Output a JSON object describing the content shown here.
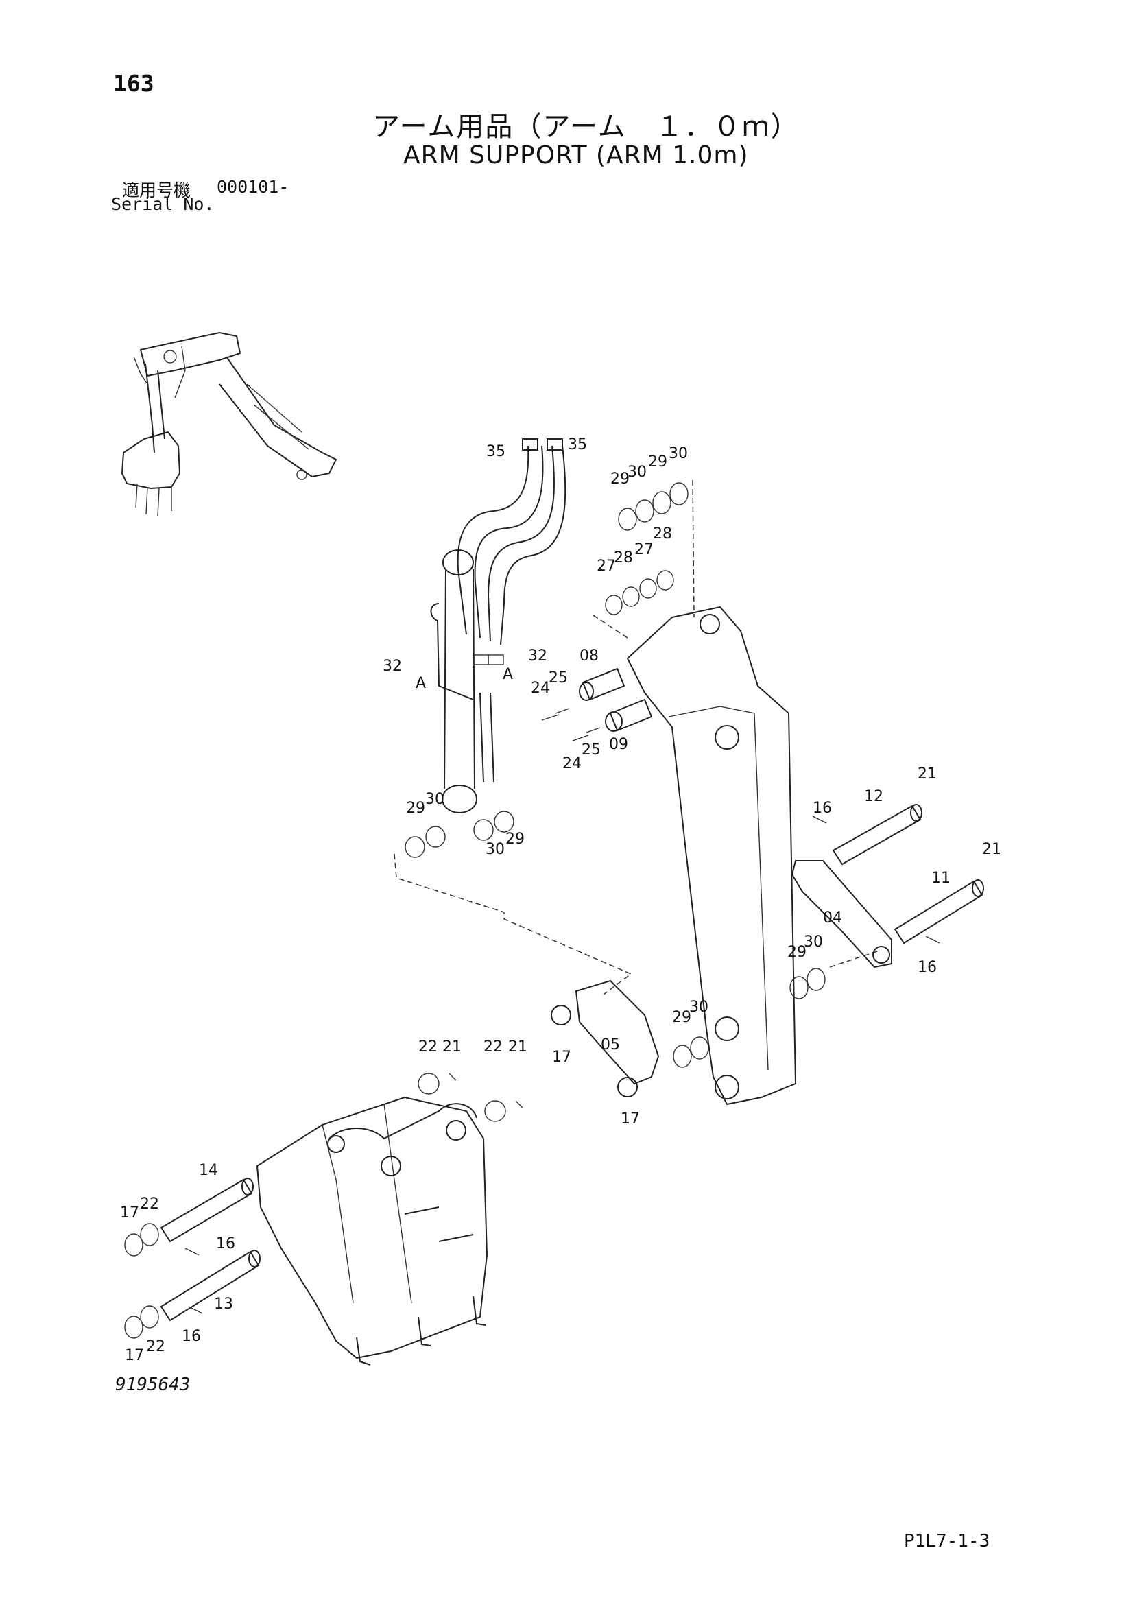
{
  "header": {
    "page_number": "163",
    "title_jp": "アーム用品（アーム　１．０ｍ）",
    "title_en": "ARM SUPPORT (ARM 1.0m)",
    "serial_label_jp": "適用号機",
    "serial_value": "000101-",
    "serial_label_en": "Serial No."
  },
  "footer": {
    "drawing_number": "9195643",
    "page_code": "P1L7-1-3"
  },
  "colors": {
    "line": "#222222",
    "background": "#ffffff"
  },
  "callouts": [
    {
      "label": "35"
    },
    {
      "label": "35"
    },
    {
      "label": "29"
    },
    {
      "label": "30"
    },
    {
      "label": "29"
    },
    {
      "label": "30"
    },
    {
      "label": "27"
    },
    {
      "label": "28"
    },
    {
      "label": "27"
    },
    {
      "label": "28"
    },
    {
      "label": "32"
    },
    {
      "label": "A"
    },
    {
      "label": "32"
    },
    {
      "label": "A"
    },
    {
      "label": "08"
    },
    {
      "label": "24"
    },
    {
      "label": "25"
    },
    {
      "label": "24"
    },
    {
      "label": "25"
    },
    {
      "label": "09"
    },
    {
      "label": "29"
    },
    {
      "label": "30"
    },
    {
      "label": "30"
    },
    {
      "label": "29"
    },
    {
      "label": "21"
    },
    {
      "label": "12"
    },
    {
      "label": "16"
    },
    {
      "label": "21"
    },
    {
      "label": "11"
    },
    {
      "label": "04"
    },
    {
      "label": "29"
    },
    {
      "label": "30"
    },
    {
      "label": "16"
    },
    {
      "label": "29"
    },
    {
      "label": "30"
    },
    {
      "label": "17"
    },
    {
      "label": "05"
    },
    {
      "label": "17"
    },
    {
      "label": "22"
    },
    {
      "label": "21"
    },
    {
      "label": "22"
    },
    {
      "label": "21"
    },
    {
      "label": "14"
    },
    {
      "label": "17"
    },
    {
      "label": "22"
    },
    {
      "label": "16"
    },
    {
      "label": "13"
    },
    {
      "label": "16"
    },
    {
      "label": "17"
    },
    {
      "label": "22"
    }
  ]
}
